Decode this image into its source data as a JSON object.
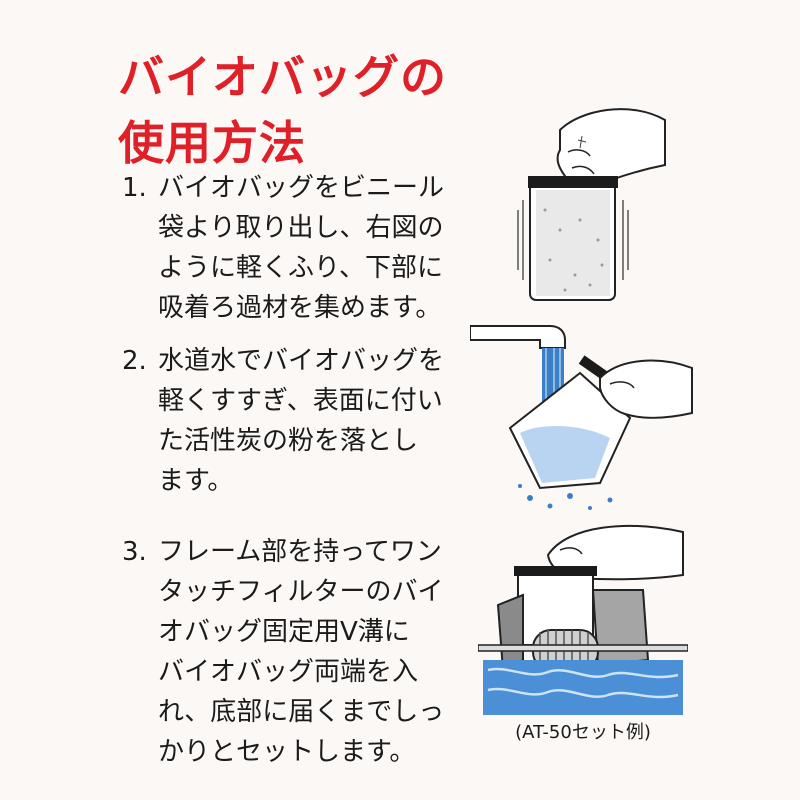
{
  "title": {
    "line1": "バイオバッグの",
    "line2": "使用方法"
  },
  "steps": [
    {
      "num": "1.",
      "lines": [
        "バイオバッグをビニール",
        "袋より取り出し、右図の",
        "ように軽くふり、下部に",
        "吸着ろ過材を集めます。"
      ]
    },
    {
      "num": "2.",
      "lines": [
        "水道水でバイオバッグを",
        "軽くすすぎ、表面に付い",
        "た活性炭の粉を落とし",
        "ます。"
      ]
    },
    {
      "num": "3.",
      "lines": [
        "フレーム部を持ってワン",
        "タッチフィルターのバイ",
        "オバッグ固定用V溝に",
        "バイオバッグ両端を入",
        "れ、底部に届くまでしっ",
        "かりとセットします。"
      ]
    }
  ],
  "caption": "(AT-50セット例)",
  "colors": {
    "title": "#e02028",
    "text": "#1b1b1b",
    "water": "#3d7fc7"
  }
}
